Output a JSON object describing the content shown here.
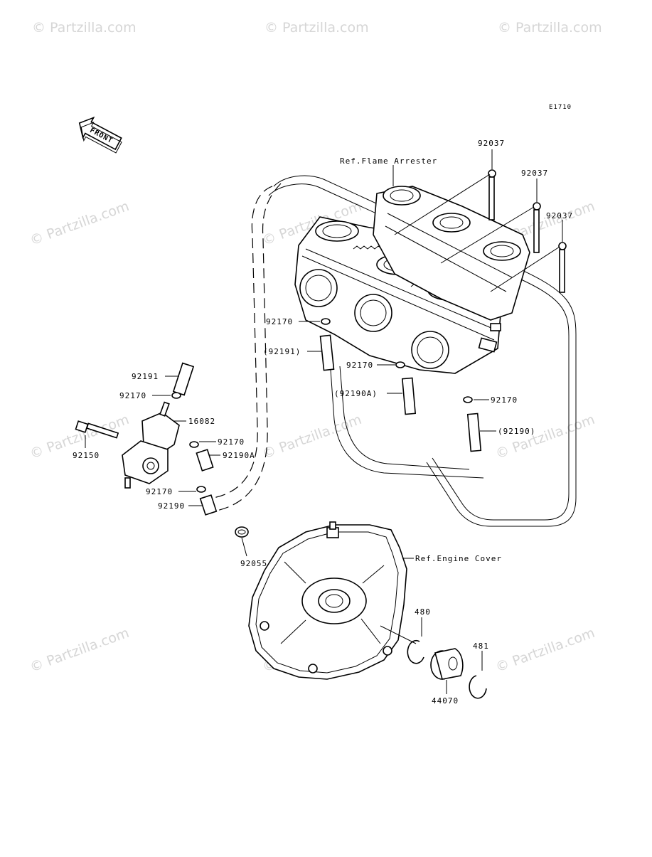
{
  "diagram_code": "E1710",
  "front_arrow_label": "FRONT",
  "watermark_text": "© Partzilla.com",
  "ref_labels": {
    "flame_arrester": "Ref.Flame Arrester",
    "engine_cover": "Ref.Engine Cover"
  },
  "part_labels": {
    "p92037_a": "92037",
    "p92037_b": "92037",
    "p92037_c": "92037",
    "p92170_a": "92170",
    "p92191_a": "(92191)",
    "p92170_b": "92170",
    "p92190A_a": "(92190A)",
    "p92170_c": "92170",
    "p92190_a": "(92190)",
    "p92191_b": "92191",
    "p92170_d": "92170",
    "p16082": "16082",
    "p92150": "92150",
    "p92170_e": "92170",
    "p92190A_b": "92190A",
    "p92170_f": "92170",
    "p92190_b": "92190",
    "p92055": "92055",
    "p480": "480",
    "p481": "481",
    "p44070": "44070"
  },
  "colors": {
    "line": "#000000",
    "background": "#ffffff",
    "watermark": "#d6d6d6"
  }
}
